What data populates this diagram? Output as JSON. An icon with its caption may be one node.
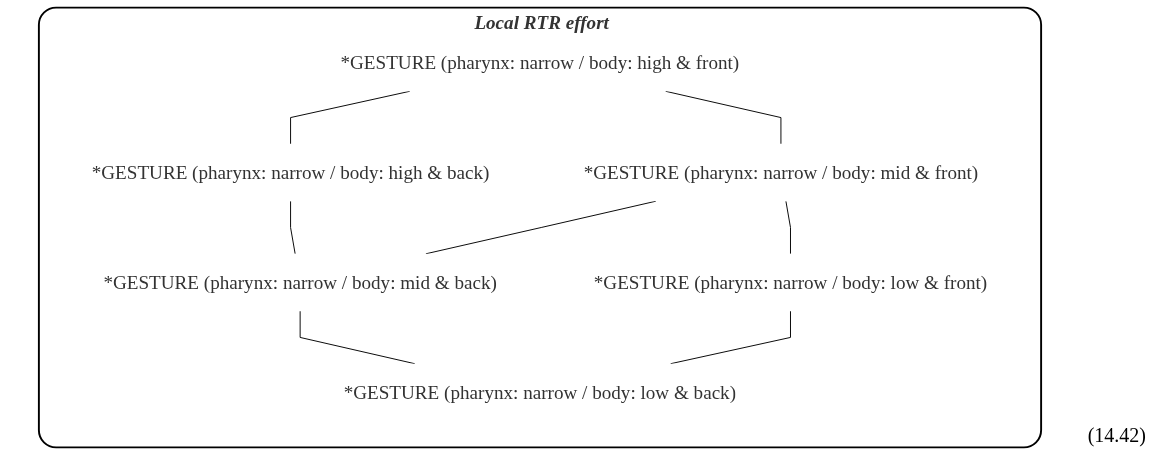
{
  "diagram": {
    "nodes": [
      {
        "text": [
          "Local RTR effort"
        ]
      },
      {
        "text": [
          "*GESTURE (pharynx: narrow / body: high & front)"
        ],
        "in": 0
      },
      {
        "text": [
          "*GESTURE (pharynx: narrow / body: high & back)"
        ],
        "in": 0
      },
      {
        "text": [
          "*GESTURE (pharynx: narrow / body: mid & front)"
        ],
        "in": 0
      },
      {
        "text": [
          "*GESTURE (pharynx: narrow / body: mid & back)"
        ],
        "in": 0
      },
      {
        "text": [
          "*GESTURE (pharynx: narrow / body: low & front)"
        ],
        "in": 0
      },
      {
        "text": [
          "*GESTURE (pharynx: narrow / body: low & back)"
        ],
        "in": 0
      }
    ],
    "edges": [
      {
        "from": 1,
        "to": 2,
        "arrow": "none"
      },
      {
        "from": 1,
        "to": 3,
        "arrow": "none"
      },
      {
        "from": 2,
        "to": 4,
        "arrow": "none"
      },
      {
        "from": 3,
        "to": 4,
        "arrow": "none"
      },
      {
        "from": 3,
        "to": 5,
        "arrow": "none"
      },
      {
        "from": 4,
        "to": 6,
        "arrow": "none"
      },
      {
        "from": 5,
        "to": 6,
        "arrow": "none"
      }
    ],
    "labels": [
      "(14.42)"
    ]
  }
}
